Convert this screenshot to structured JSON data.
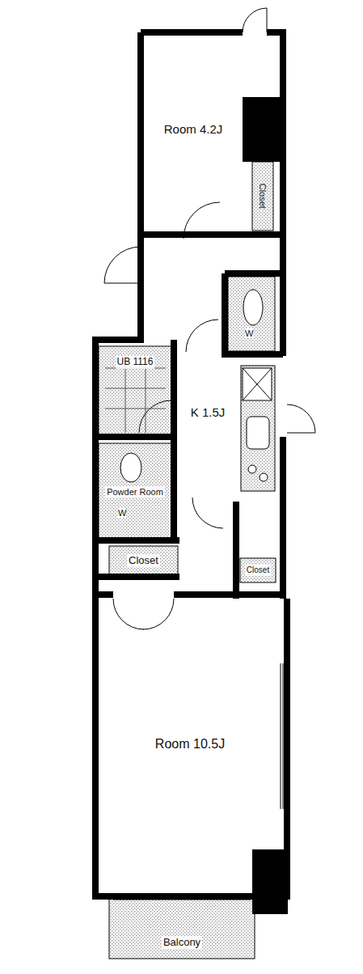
{
  "diagram": {
    "nodes": [
      {
        "text": [
          "Room 4.2J"
        ]
      },
      {
        "text": [
          "Closet"
        ]
      },
      {
        "text": [
          "K 1.5J"
        ]
      },
      {
        "text": [
          "UB 1116"
        ]
      },
      {
        "text": [
          "Powder Room"
        ]
      },
      {
        "text": [
          "Closet"
        ]
      },
      {
        "text": [
          "Closet"
        ]
      },
      {
        "text": [
          "Room 10.5J"
        ]
      },
      {
        "text": [
          "Balcony"
        ]
      }
    ],
    "labels": [
      "W",
      "W"
    ]
  }
}
